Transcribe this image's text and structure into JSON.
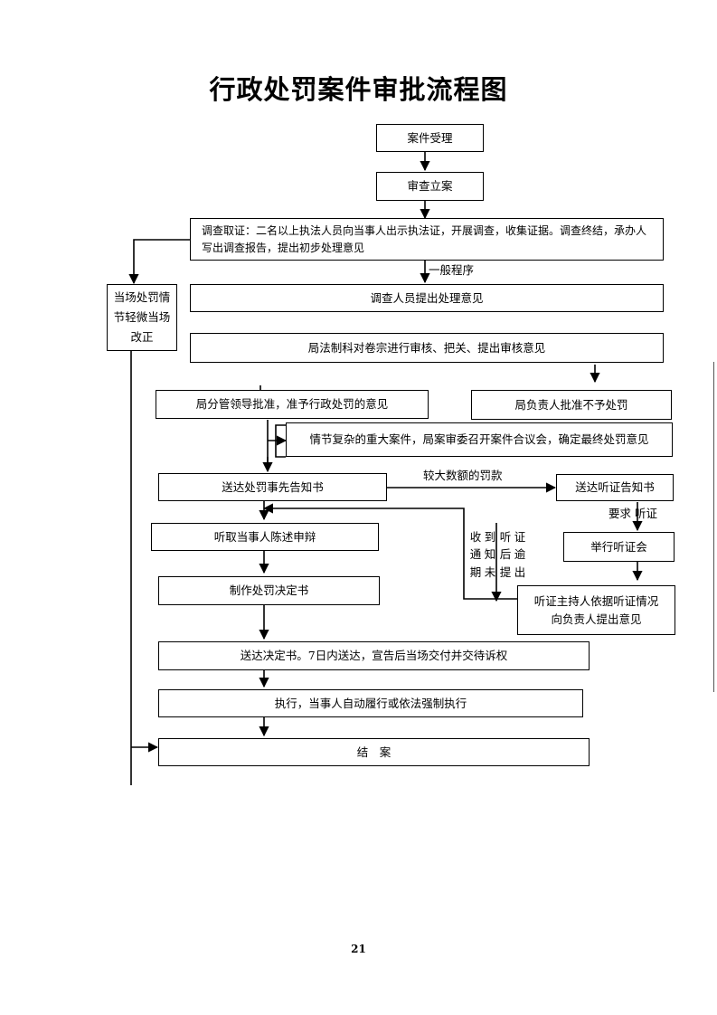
{
  "title": "行政处罚案件审批流程图",
  "page_number": "21",
  "nodes": {
    "accept": "案件受理",
    "register": "审查立案",
    "investigate": "调查取证：二名以上执法人员向当事人出示执法证，开展调查，收集证据。调查终结，承办人写出调查报告，提出初步处理意见",
    "onsite": "当场处罚情节轻微当场改正",
    "opinion": "调查人员提出处理意见",
    "legal_review": "局法制科对卷宗进行审核、把关、提出审核意见",
    "approve": "局分管领导批准，准予行政处罚的意见",
    "reject": "局负责人批准不予处罚",
    "collective": "情节复杂的重大案件，局案审委召开案件合议会，确定最终处罚意见",
    "pre_notice": "送达处罚事先告知书",
    "hearing_notice": "送达听证告知书",
    "hold_hearing": "举行听证会",
    "hear_defense": "听取当事人陈述申辩",
    "hearing_opinion": "听证主持人依据听证情况向负责人提出意见",
    "make_decision": "制作处罚决定书",
    "deliver_decision": "送达决定书。7日内送达，宣告后当场交付并交待诉权",
    "execute": "执行，当事人自动履行或依法强制执行",
    "close": "结　案"
  },
  "labels": {
    "general_procedure": "一般程序",
    "large_fine": "较大数额的罚款",
    "request_hearing": "要求 听证",
    "col_a": "收通期",
    "col_b": "到知未",
    "col_c": "听后提",
    "col_d": "证逾出"
  }
}
